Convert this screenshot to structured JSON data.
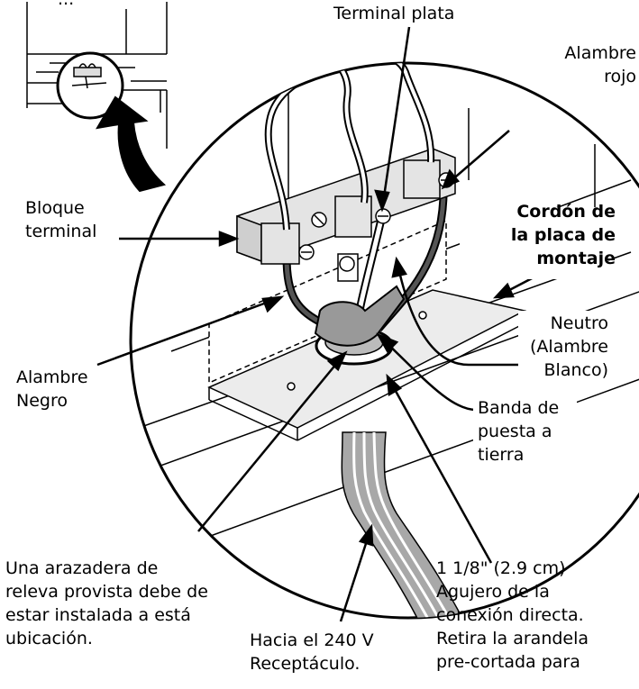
{
  "labels": {
    "top_fragment": "...",
    "terminal_plata": "Terminal plata",
    "alambre_rojo": [
      "Alambre",
      "rojo"
    ],
    "bloque_terminal": [
      "Bloque",
      "terminal"
    ],
    "cordon": [
      "Cordón de",
      "la placa de",
      "montaje"
    ],
    "neutro": [
      "Neutro",
      "(Alambre",
      "Blanco)"
    ],
    "alambre_negro": [
      "Alambre",
      "Negro"
    ],
    "banda": [
      "Banda de",
      "puesta a",
      "tierra"
    ],
    "arazadera": [
      "Una arazadera de",
      "releva provista debe de",
      "estar instalada a está",
      "ubicación."
    ],
    "hacia": [
      "Hacia el 240 V",
      "Receptáculo."
    ],
    "agujero": [
      "1 1/8\" (2.9 cm)",
      "Agujero de la",
      "conexión directa.",
      "Retira la arandela",
      "pre-cortada para"
    ]
  },
  "colors": {
    "line": "#000000",
    "cord_gray": "#a8a8a8",
    "plate_gray": "#ececec",
    "block_gray": "#e4e4e4"
  }
}
